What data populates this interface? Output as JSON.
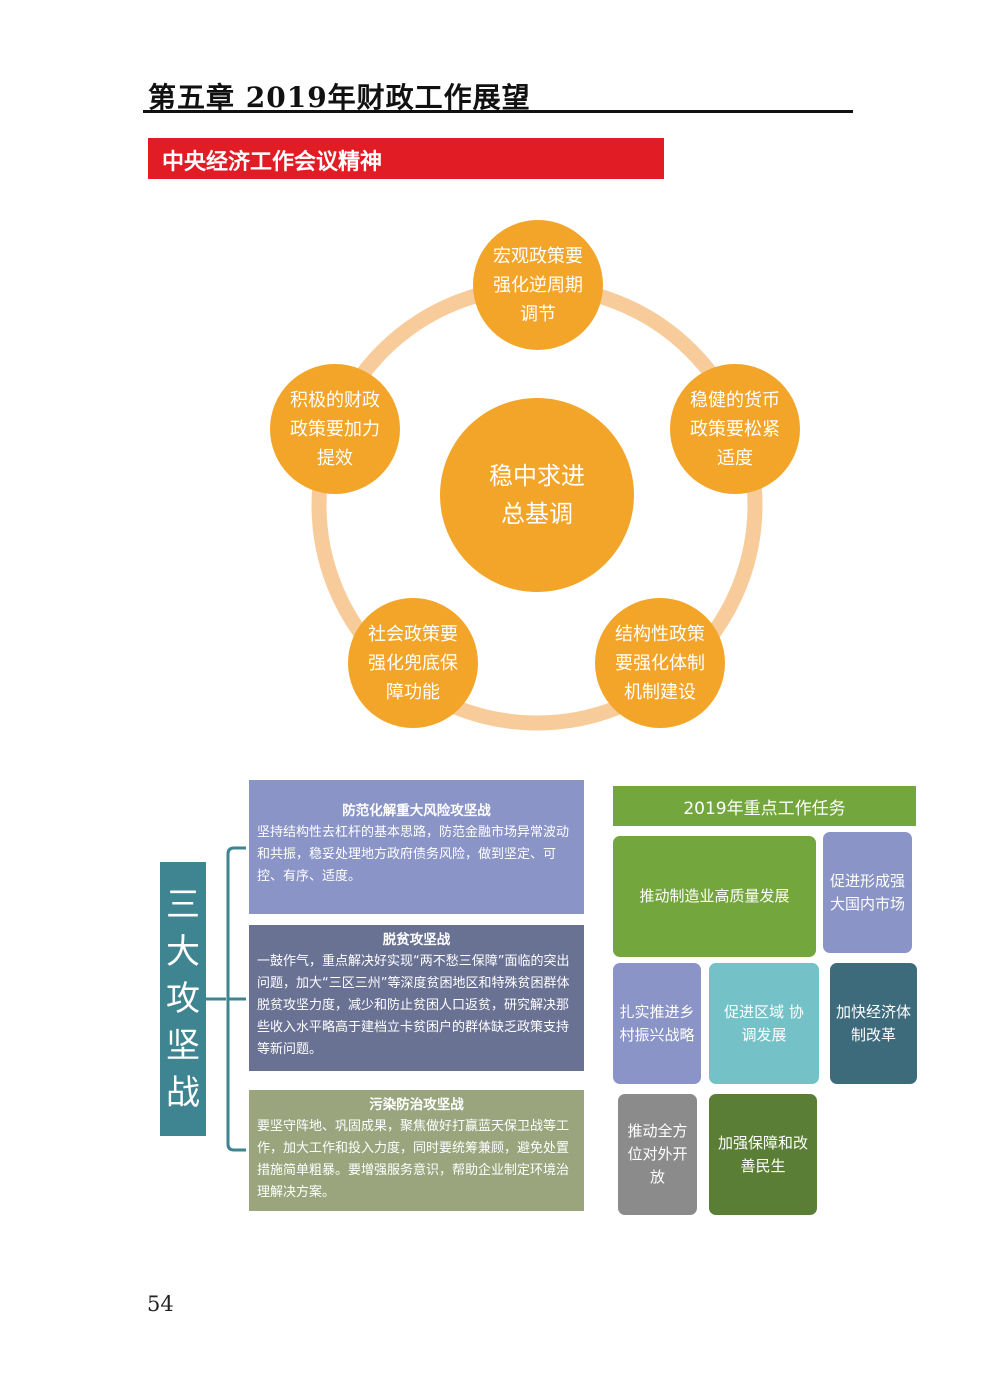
{
  "header": {
    "chapter_title": "第五章 2019年财政工作展望"
  },
  "section": {
    "title": "中央经济工作会议精神"
  },
  "cycle": {
    "center": "稳中求进\n总基调",
    "nodes": [
      "宏观政策要\n强化逆周期\n调节",
      "稳健的货币\n政策要松紧\n适度",
      "结构性政策\n要强化体制\n机制建设",
      "社会政策要\n强化兜底保\n障功能",
      "积极的财政\n政策要加力\n提效"
    ],
    "colors": {
      "node": "#f3a52a",
      "ring": "#f8cc9a"
    }
  },
  "campaigns": {
    "label_chars": [
      "三",
      "大",
      "攻",
      "坚",
      "战"
    ],
    "items": [
      {
        "title": "防范化解重大风险攻坚战",
        "body": "坚持结构性去杠杆的基本思路，防范金融市场异常波动和共振，稳妥处理地方政府债务风险，做到坚定、可控、有序、适度。"
      },
      {
        "title": "脱贫攻坚战",
        "body": "一鼓作气，重点解决好实现“两不愁三保障”面临的突出问题，加大“三区三州”等深度贫困地区和特殊贫困群体脱贫攻坚力度，减少和防止贫困人口返贫，研究解决那些收入水平略高于建档立卡贫困户的群体缺乏政策支持等新问题。"
      },
      {
        "title": "污染防治攻坚战",
        "body": "要坚守阵地、巩固成果，聚焦做好打赢蓝天保卫战等工作，加大工作和投入力度，同时要统筹兼顾，避免处置措施简单粗暴。要增强服务意识，帮助企业制定环境治理解决方案。"
      }
    ],
    "colors": [
      "#8a94c6",
      "#6a7294",
      "#9aa57e"
    ]
  },
  "tasks": {
    "title": "2019年重点工作任务",
    "items": [
      "推动制造业高质量发展",
      "促进形成强\n大国内市场",
      "扎实推进乡\n村振兴战略",
      "促进区域 协\n调发展",
      "加快经济体\n制改革",
      "推动全方\n位对外开\n放",
      "加强保障和改\n善民生"
    ],
    "colors": [
      "#74a63e",
      "#8a94c6",
      "#8a94c6",
      "#74c1c7",
      "#3e6b7c",
      "#8b8b8b",
      "#5b7e36"
    ]
  },
  "footer": {
    "page_number": "54"
  }
}
